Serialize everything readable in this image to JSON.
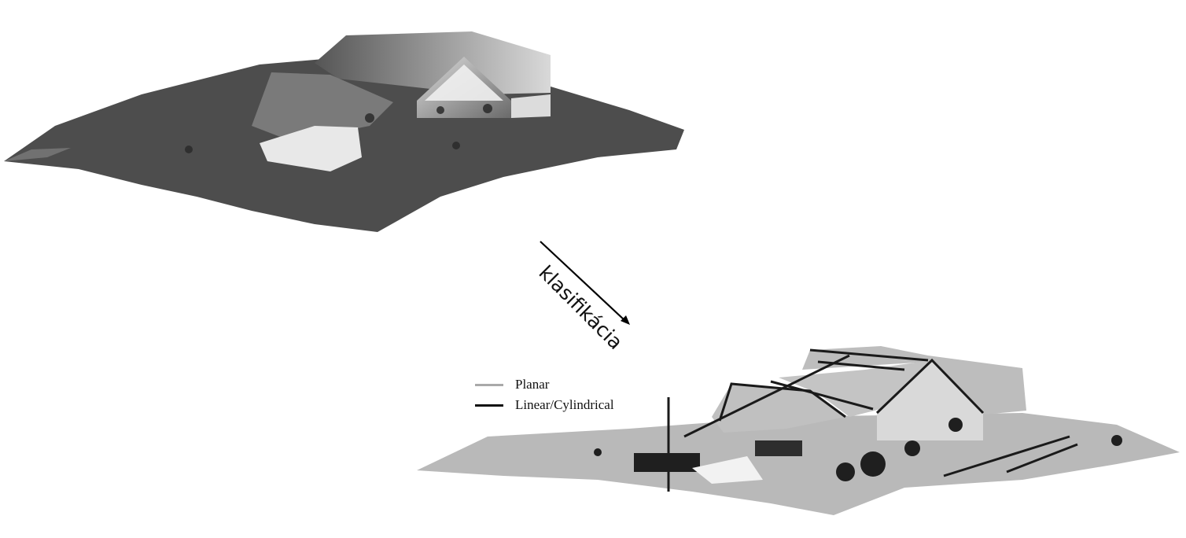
{
  "arrow": {
    "label": "klasifikácia"
  },
  "legend": {
    "items": [
      {
        "label": "Planar",
        "color": "#a9a9a9"
      },
      {
        "label": "Linear/Cylindrical",
        "color": "#111111"
      }
    ]
  },
  "colors": {
    "cloud_dark": "#3c3c3c",
    "cloud_mid": "#7a7a7a",
    "cloud_light": "#d8d8d8",
    "classified_planar": "#b8b8b8",
    "classified_linear": "#1a1a1a"
  }
}
